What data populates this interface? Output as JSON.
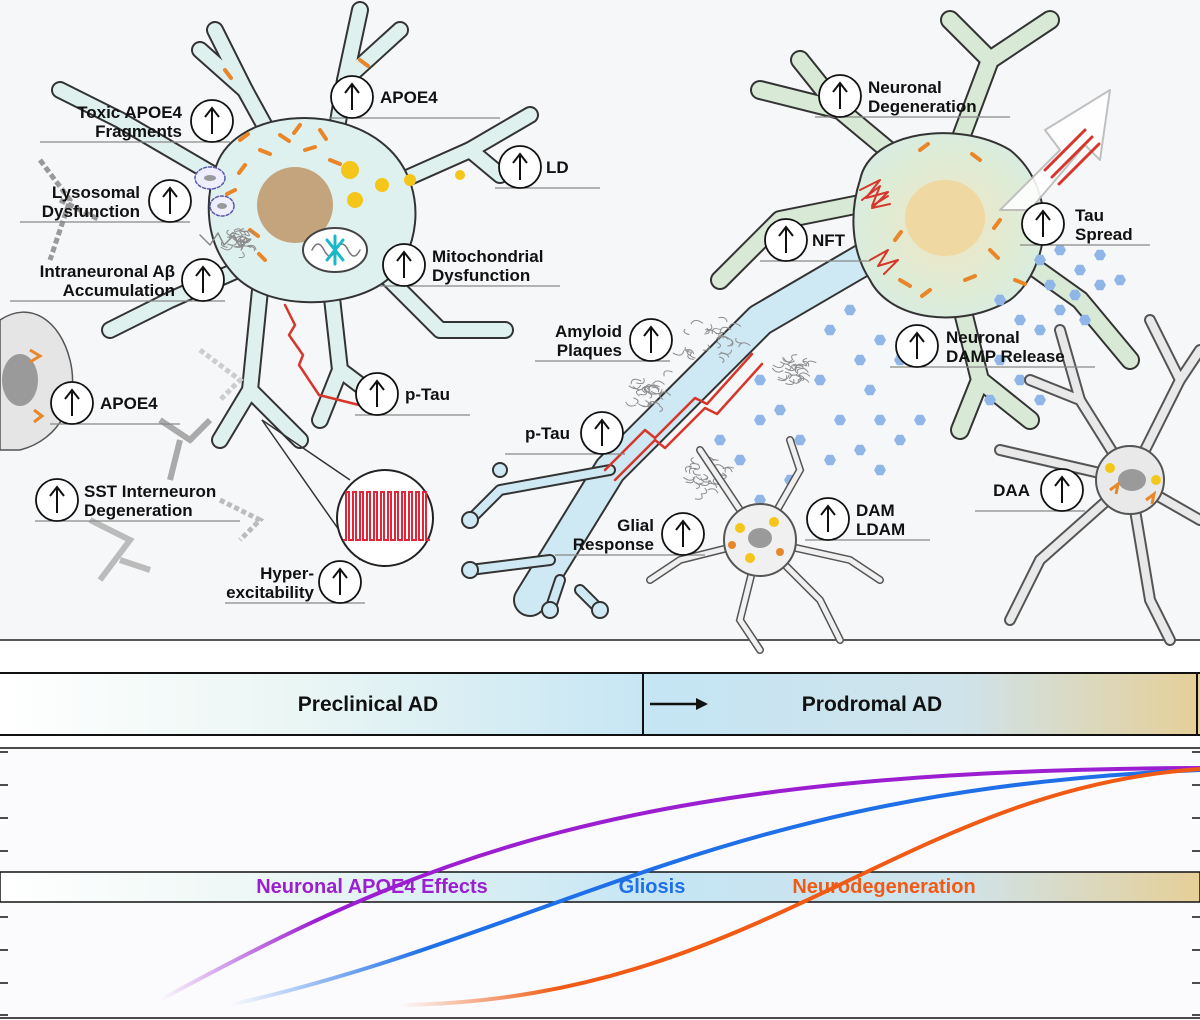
{
  "labels": {
    "toxic_fragments": [
      "Toxic APOE4",
      "Fragments"
    ],
    "apoe4_neuron": "APOE4",
    "ld": "LD",
    "lysosomal": [
      "Lysosomal",
      "Dysfunction"
    ],
    "mitochondrial": [
      "Mitochondrial",
      "Dysfunction"
    ],
    "intraneuronal_ab": [
      "Intraneuronal Aβ",
      "Accumulation"
    ],
    "ptau_left": "p-Tau",
    "apoe4_glia": "APOE4",
    "sst": [
      "SST Interneuron",
      "Degeneration"
    ],
    "hyperexcitability": [
      "Hyper-",
      "excitability"
    ],
    "neuronal_degeneration": [
      "Neuronal",
      "Degeneration"
    ],
    "nft": "NFT",
    "tau_spread": [
      "Tau",
      "Spread"
    ],
    "amyloid": [
      "Amyloid",
      "Plaques"
    ],
    "damp": [
      "Neuronal",
      "DAMP Release"
    ],
    "ptau_right": "p-Tau",
    "glial": [
      "Glial",
      "Response"
    ],
    "dam": [
      "DAM",
      "LDAM"
    ],
    "daa": "DAA"
  },
  "stages": {
    "preclinical": "Preclinical AD",
    "prodromal": "Prodromal AD"
  },
  "curves": {
    "apoe4": {
      "label": "Neuronal APOE4 Effects",
      "color": "#9b1fd1"
    },
    "gliosis": {
      "label": "Gliosis",
      "color": "#1f6fe8"
    },
    "neurodegeneration": {
      "label": "Neurodegeneration",
      "color": "#f05a14"
    }
  },
  "colors": {
    "neuron_fill": "#dff1ef",
    "neuron_outline": "#333333",
    "nucleus": "#c4a47c",
    "lipid": "#f3c619",
    "apoe4_fragment": "#e8862a",
    "tau": "#d6362b",
    "plaque": "#8c8c8c",
    "damp": "#8fb6e6",
    "stage_gradient_start": "#ffffff",
    "stage_gradient_mid": "#c9e6f3",
    "stage_gradient_end": "#e6cf98"
  }
}
